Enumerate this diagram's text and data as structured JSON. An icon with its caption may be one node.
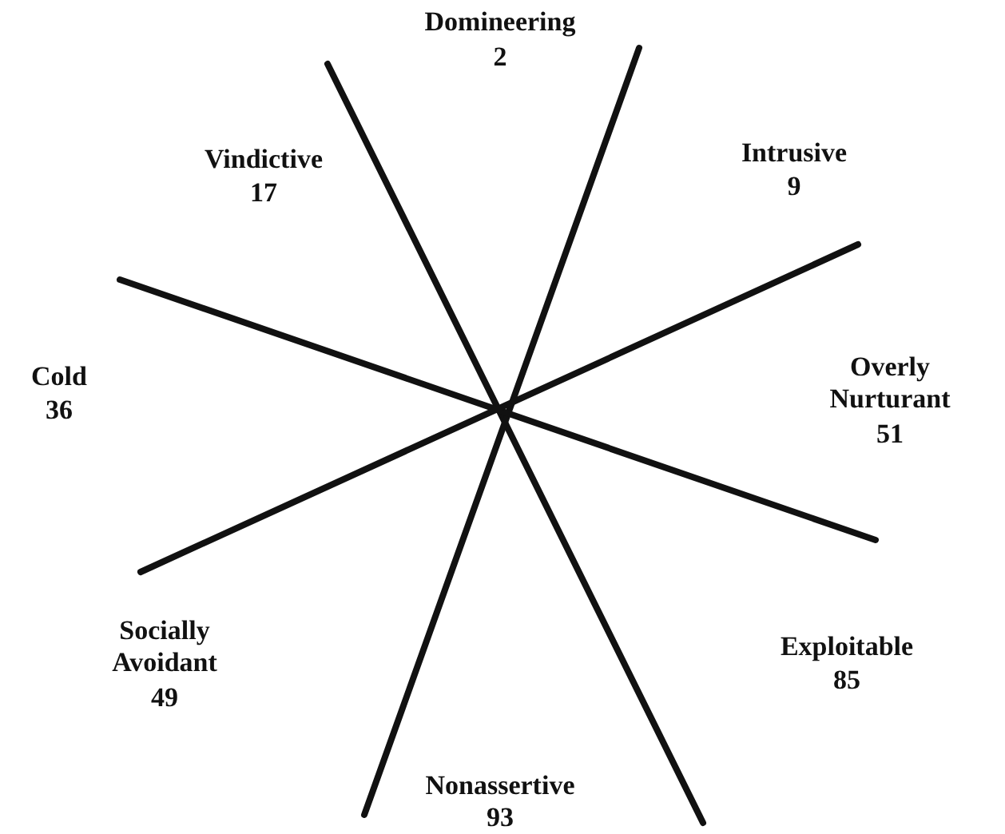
{
  "diagram": {
    "labels": [
      "Domineering",
      "2",
      "Intrusive",
      "9",
      "Vindictive",
      "17",
      "Overly Nurturant",
      "51",
      "Cold",
      "36",
      "Socially Avoidant",
      "49",
      "Exploitable",
      "85",
      "Nonassertive",
      "93"
    ]
  }
}
